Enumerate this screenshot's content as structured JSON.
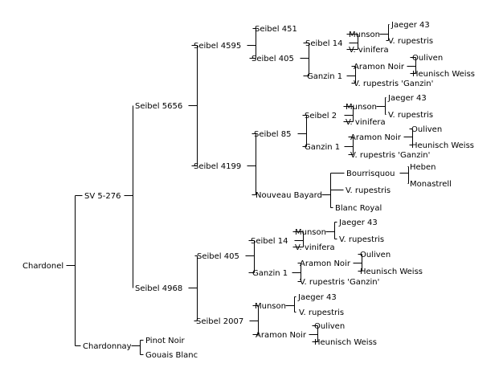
{
  "pedigree": {
    "label": "Chardonel",
    "children": [
      {
        "label": "SV 5-276",
        "children": [
          {
            "label": "Seibel 5656",
            "children": [
              {
                "label": "Seibel 4595",
                "children": [
                  {
                    "label": "Seibel 451"
                  },
                  {
                    "label": "Seibel 405",
                    "children": [
                      {
                        "label": "Seibel 14",
                        "children": [
                          {
                            "label": "Munson",
                            "children": [
                              {
                                "label": "Jaeger 43"
                              },
                              {
                                "label": "V. rupestris"
                              }
                            ]
                          },
                          {
                            "label": "V. vinifera"
                          }
                        ]
                      },
                      {
                        "label": "Ganzin 1",
                        "children": [
                          {
                            "label": "Aramon Noir",
                            "children": [
                              {
                                "label": "Ouliven"
                              },
                              {
                                "label": "Heunisch Weiss"
                              }
                            ]
                          },
                          {
                            "label": "V. rupestris 'Ganzin'"
                          }
                        ]
                      }
                    ]
                  }
                ]
              },
              {
                "label": "Seibel 4199",
                "children": [
                  {
                    "label": "Seibel 85",
                    "children": [
                      {
                        "label": "Seibel 2",
                        "children": [
                          {
                            "label": "Munson",
                            "children": [
                              {
                                "label": "Jaeger 43"
                              },
                              {
                                "label": "V. rupestris"
                              }
                            ]
                          },
                          {
                            "label": "V. vinifera"
                          }
                        ]
                      },
                      {
                        "label": "Ganzin 1",
                        "children": [
                          {
                            "label": "Aramon Noir",
                            "children": [
                              {
                                "label": "Ouliven"
                              },
                              {
                                "label": "Heunisch Weiss"
                              }
                            ]
                          },
                          {
                            "label": "V. rupestris 'Ganzin'"
                          }
                        ]
                      }
                    ]
                  },
                  {
                    "label": "Nouveau Bayard",
                    "children": [
                      {
                        "label": "Bourrisquou",
                        "children": [
                          {
                            "label": "Heben"
                          },
                          {
                            "label": "Monastrell"
                          }
                        ]
                      },
                      {
                        "label": "V. rupestris"
                      },
                      {
                        "label": "Blanc Royal"
                      }
                    ]
                  }
                ]
              }
            ]
          },
          {
            "label": "Seibel 4968",
            "children": [
              {
                "label": "Seibel 405",
                "children": [
                  {
                    "label": "Seibel 14",
                    "children": [
                      {
                        "label": "Munson",
                        "children": [
                          {
                            "label": "Jaeger 43"
                          },
                          {
                            "label": "V. rupestris"
                          }
                        ]
                      },
                      {
                        "label": "V. vinifera"
                      }
                    ]
                  },
                  {
                    "label": "Ganzin 1",
                    "children": [
                      {
                        "label": "Aramon Noir",
                        "children": [
                          {
                            "label": "Ouliven"
                          },
                          {
                            "label": "Heunisch Weiss"
                          }
                        ]
                      },
                      {
                        "label": "V. rupestris 'Ganzin'"
                      }
                    ]
                  }
                ]
              },
              {
                "label": "Seibel 2007",
                "children": [
                  {
                    "label": "Munson",
                    "children": [
                      {
                        "label": "Jaeger 43"
                      },
                      {
                        "label": "V. rupestris"
                      }
                    ]
                  },
                  {
                    "label": "Aramon Noir",
                    "children": [
                      {
                        "label": "Ouliven"
                      },
                      {
                        "label": "Heunisch Weiss"
                      }
                    ]
                  }
                ]
              }
            ]
          }
        ]
      },
      {
        "label": "Chardonnay",
        "children": [
          {
            "label": "Pinot Noir"
          },
          {
            "label": "Gouais Blanc"
          }
        ]
      }
    ]
  }
}
